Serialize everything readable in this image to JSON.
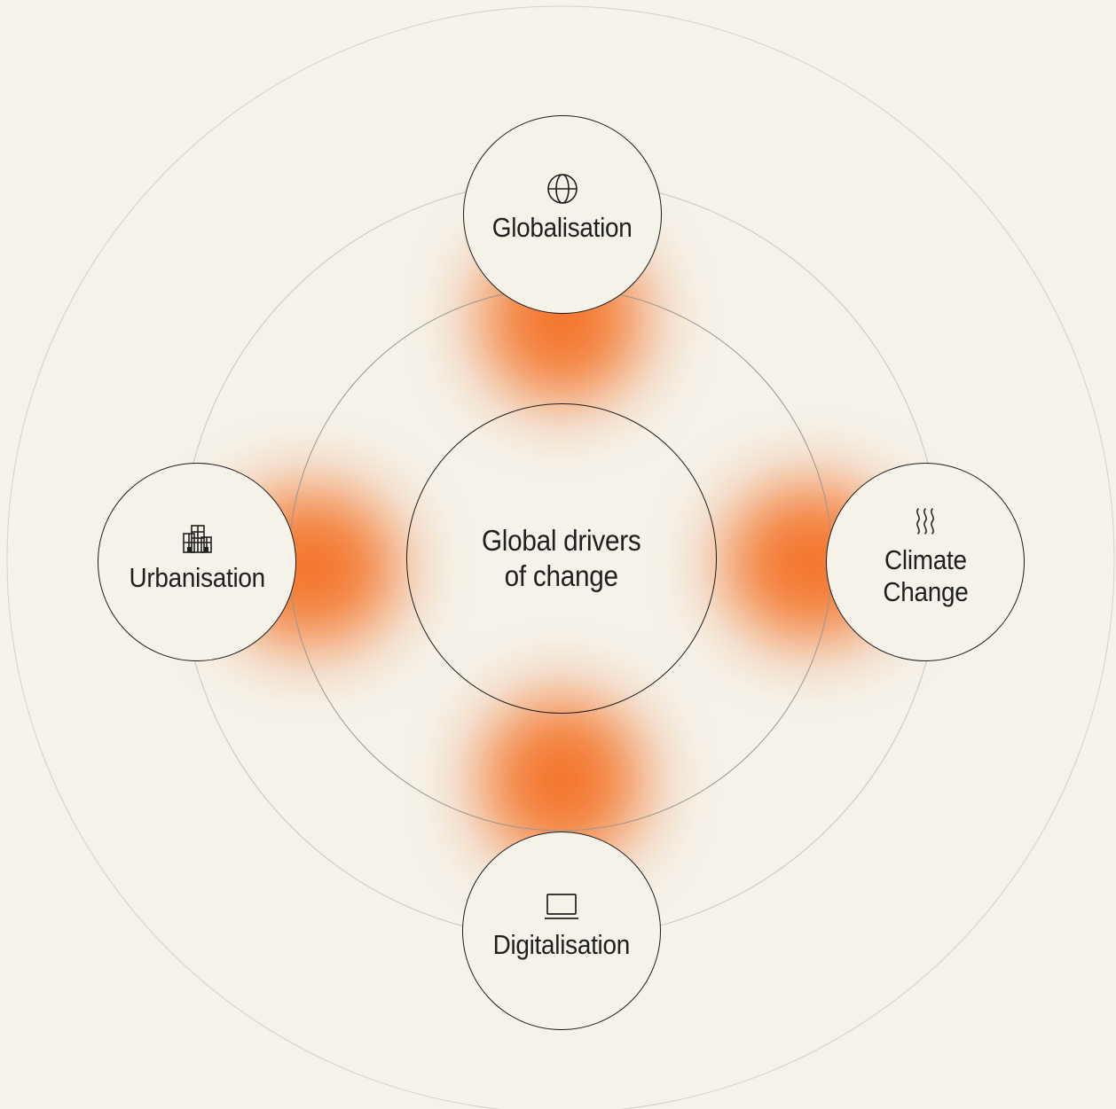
{
  "center": {
    "label": "Global drivers\nof change"
  },
  "drivers": [
    {
      "id": "globalisation",
      "label": "Globalisation",
      "icon": "globe-icon"
    },
    {
      "id": "urbanisation",
      "label": "Urbanisation",
      "icon": "buildings-icon"
    },
    {
      "id": "climate",
      "label": "Climate\nChange",
      "icon": "heat-waves-icon"
    },
    {
      "id": "digitalisation",
      "label": "Digitalisation",
      "icon": "laptop-icon"
    }
  ],
  "colors": {
    "background": "#f5f2ea",
    "accent_glow": "#f37021",
    "outline": "#1d1d1d",
    "ring": "#c9c6bf"
  }
}
